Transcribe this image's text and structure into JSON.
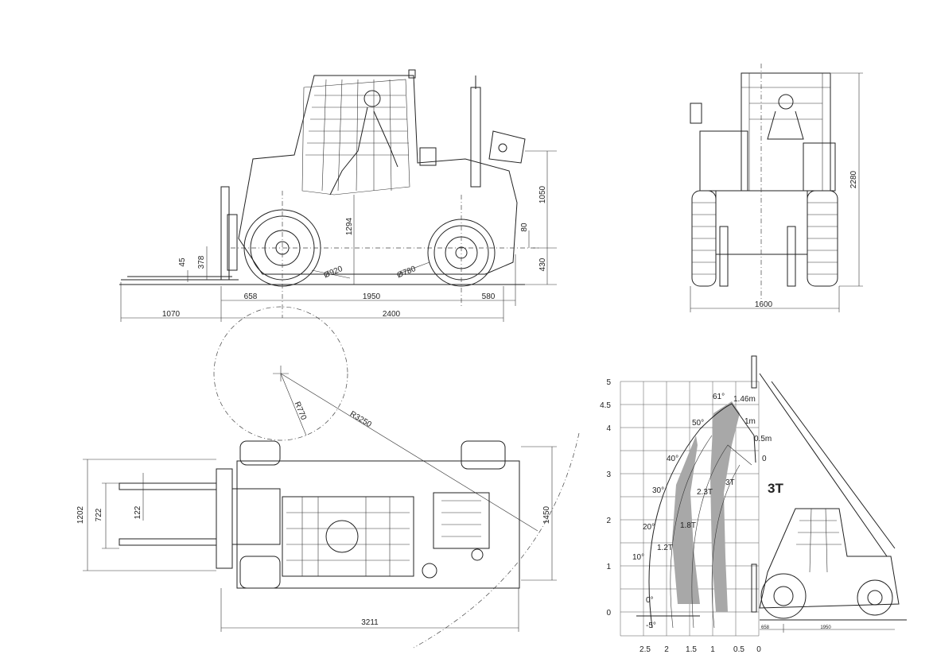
{
  "side_view": {
    "dims": {
      "fork_length": "1070",
      "front_overhang": "658",
      "wheelbase": "1950",
      "rear_overhang": "580",
      "base_length": "2400",
      "fork_height": "378",
      "fork_ground": "45",
      "front_tyre": "Ø920",
      "rear_tyre": "Ø780",
      "seat_height": "1294",
      "pivot_height": "1050",
      "clearance_80": "80",
      "axle_height": "430"
    }
  },
  "front_view": {
    "dims": {
      "overall_height": "2280",
      "overall_width": "1600"
    }
  },
  "top_view": {
    "dims": {
      "inner_radius": "R770",
      "outer_radius": "R3250",
      "fork_carriage_width": "1202",
      "fork_spread": "722",
      "fork_width": "122",
      "overall_length": "3211",
      "body_width": "1450"
    }
  },
  "load_chart": {
    "y_ticks": [
      "0",
      "1",
      "2",
      "3",
      "4",
      "4.5",
      "5"
    ],
    "x_ticks": [
      "2.5",
      "2",
      "1.5",
      "1",
      "0.5",
      "0"
    ],
    "angles": [
      "-5°",
      "0°",
      "10°",
      "20°",
      "30°",
      "40°",
      "50°",
      "61°"
    ],
    "extensions": [
      "1.46m",
      "1m",
      "0.5m",
      "0"
    ],
    "capacities": [
      "1.2T",
      "1.8T",
      "2.3T",
      "3T"
    ],
    "rated": "3T",
    "machine_dims": [
      "658",
      "1950"
    ]
  }
}
